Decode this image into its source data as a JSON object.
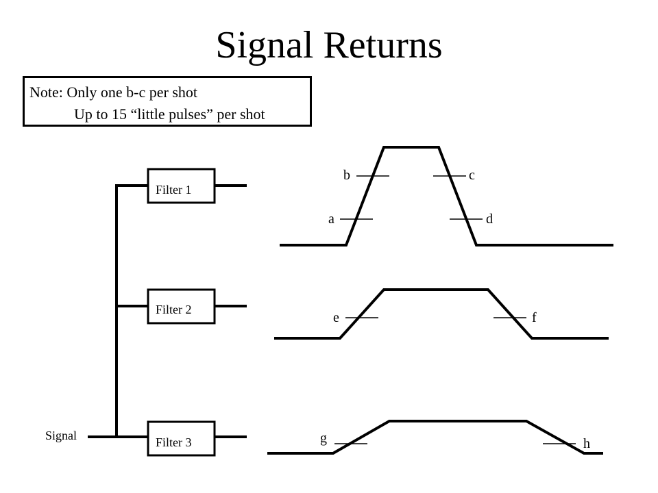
{
  "title": "Signal Returns",
  "note": {
    "line1": "Note: Only one b-c per shot",
    "line2": "Up to 15 “little pulses” per shot"
  },
  "signal_label": "Signal",
  "filters": [
    {
      "label": "Filter 1"
    },
    {
      "label": "Filter 2"
    },
    {
      "label": "Filter 3"
    }
  ],
  "markers": {
    "a": "a",
    "b": "b",
    "c": "c",
    "d": "d",
    "e": "e",
    "f": "f",
    "g": "g",
    "h": "h"
  }
}
